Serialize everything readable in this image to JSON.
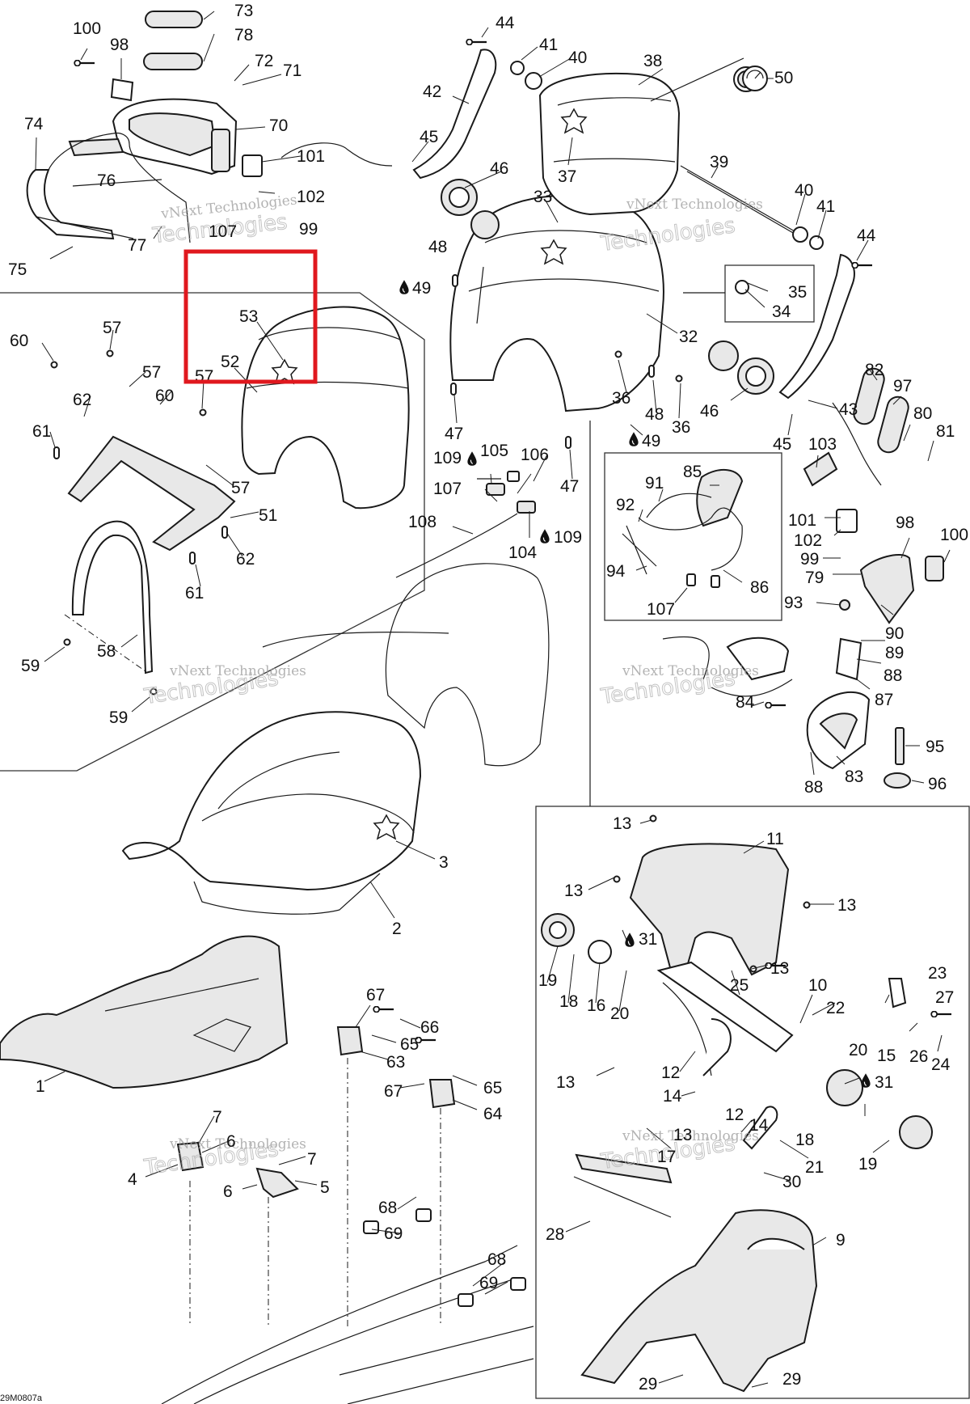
{
  "diagram_code": "29M0807a",
  "watermark": {
    "line1": "vNext Technologies",
    "line2": "Technologies"
  },
  "highlight_color": "#e0181e",
  "drop_icon": "oil-drop-icon",
  "labels": {
    "l100a": "100",
    "l98a": "98",
    "l73": "73",
    "l78": "78",
    "l72": "72",
    "l71": "71",
    "l70": "70",
    "l74": "74",
    "l76": "76",
    "l101a": "101",
    "l102a": "102",
    "l107a": "107",
    "l99a": "99",
    "l77": "77",
    "l75": "75",
    "l44a": "44",
    "l41a": "41",
    "l40a": "40",
    "l42": "42",
    "l38": "38",
    "l50": "50",
    "l45a": "45",
    "l46a": "46",
    "l37": "37",
    "l39": "39",
    "l33": "33",
    "l40b": "40",
    "l41b": "41",
    "l44b": "44",
    "l48a": "48",
    "l49a": "49",
    "l35": "35",
    "l34": "34",
    "l32": "32",
    "l53": "53",
    "l52": "52",
    "l57a": "57",
    "l60a": "60",
    "l57b": "57",
    "l57c": "57",
    "l60b": "60",
    "l62a": "62",
    "l61a": "61",
    "l57d": "57",
    "l51": "51",
    "l62b": "62",
    "l61b": "61",
    "l59a": "59",
    "l58": "58",
    "l59b": "59",
    "l36a": "36",
    "l48b": "48",
    "l36b": "36",
    "l47a": "47",
    "l49b": "49",
    "l109a": "109",
    "l105": "105",
    "l106": "106",
    "l107b": "107",
    "l47b": "47",
    "l108": "108",
    "l104": "104",
    "l109b": "109",
    "l82": "82",
    "l97": "97",
    "l43": "43",
    "l46b": "46",
    "l45b": "45",
    "l80": "80",
    "l81": "81",
    "l103": "103",
    "l101b": "101",
    "l98b": "98",
    "l100b": "100",
    "l102b": "102",
    "l99b": "99",
    "l79": "79",
    "l85": "85",
    "l91": "91",
    "l92": "92",
    "l94": "94",
    "l86": "86",
    "l107c": "107",
    "l93": "93",
    "l90": "90",
    "l89": "89",
    "l88a": "88",
    "l87": "87",
    "l84": "84",
    "l95": "95",
    "l83": "83",
    "l88b": "88",
    "l96": "96",
    "l3": "3",
    "l2": "2",
    "l1": "1",
    "l67a": "67",
    "l66": "66",
    "l65a": "65",
    "l63": "63",
    "l67b": "67",
    "l65b": "65",
    "l64": "64",
    "l7a": "7",
    "l6a": "6",
    "l4": "4",
    "l7b": "7",
    "l6b": "6",
    "l5": "5",
    "l68a": "68",
    "l69a": "69",
    "l68b": "68",
    "l69b": "69",
    "l13a": "13",
    "l11": "11",
    "l13b": "13",
    "l13c": "13",
    "l31a": "31",
    "l19a": "19",
    "l18a": "18",
    "l16": "16",
    "l20a": "20",
    "l13d": "13",
    "l25": "25",
    "l10": "10",
    "l22": "22",
    "l23": "23",
    "l27": "27",
    "l26": "26",
    "l24": "24",
    "l12a": "12",
    "l14a": "14",
    "l13e": "13",
    "l20b": "20",
    "l15": "15",
    "l31b": "31",
    "l12b": "12",
    "l14b": "14",
    "l13f": "13",
    "l17": "17",
    "l18b": "18",
    "l19b": "19",
    "l21": "21",
    "l30": "30",
    "l28": "28",
    "l9": "9",
    "l29a": "29",
    "l29b": "29"
  }
}
